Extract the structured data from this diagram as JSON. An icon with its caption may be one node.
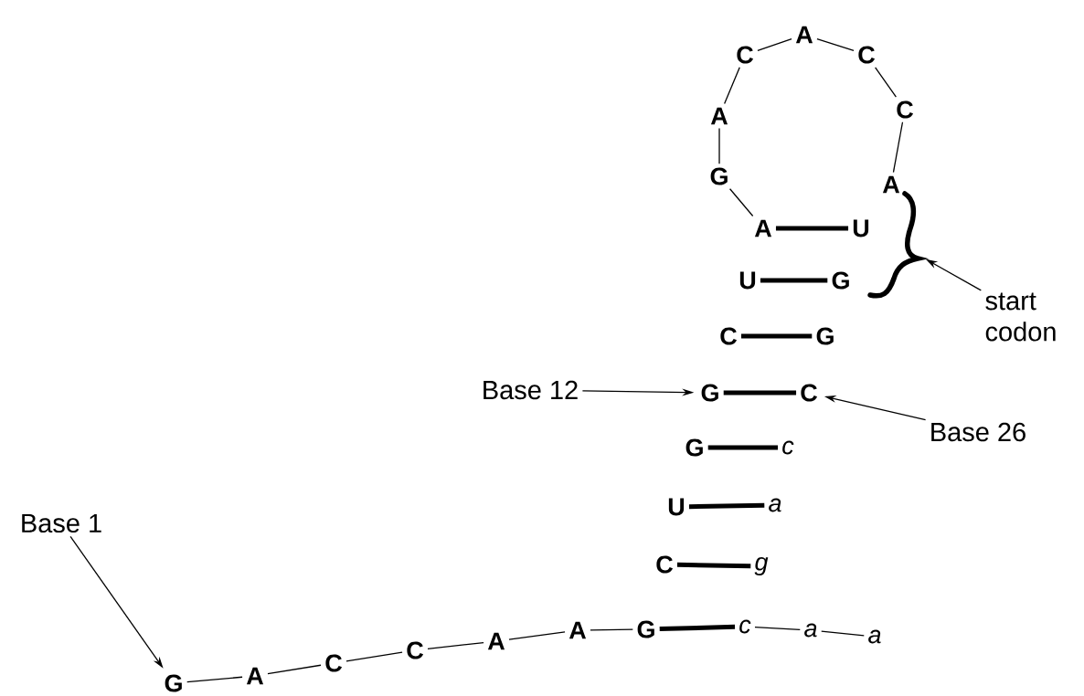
{
  "diagram": {
    "nodes": [
      {
        "text": [
          "A"
        ]
      },
      {
        "text": [
          "C"
        ]
      },
      {
        "text": [
          "C"
        ]
      },
      {
        "text": [
          "A"
        ]
      },
      {
        "text": [
          "C"
        ]
      },
      {
        "text": [
          "G"
        ]
      },
      {
        "text": [
          "A"
        ]
      },
      {
        "text": [
          "A"
        ]
      },
      {
        "text": [
          "U"
        ]
      },
      {
        "text": [
          "U"
        ]
      },
      {
        "text": [
          "G"
        ]
      },
      {
        "text": [],
        "shape": "brace"
      },
      {
        "text": [
          "start codon"
        ]
      },
      {
        "text": [
          "C"
        ]
      },
      {
        "text": [
          "G"
        ]
      },
      {
        "text": [
          "Base 12"
        ]
      },
      {
        "text": [
          "G"
        ]
      },
      {
        "text": [
          "C"
        ]
      },
      {
        "text": [
          "Base 26"
        ]
      },
      {
        "text": [
          "G"
        ]
      },
      {
        "text": [
          "c"
        ]
      },
      {
        "text": [
          "U"
        ]
      },
      {
        "text": [
          "a"
        ]
      },
      {
        "text": [
          "Base 1"
        ]
      },
      {
        "text": [
          "C"
        ]
      },
      {
        "text": [
          "g"
        ]
      },
      {
        "text": [
          "G"
        ]
      },
      {
        "text": [
          "c"
        ]
      },
      {
        "text": [
          "a"
        ]
      },
      {
        "text": [
          "A"
        ]
      },
      {
        "text": [
          "a"
        ]
      },
      {
        "text": [
          "A"
        ]
      },
      {
        "text": [
          "C"
        ]
      },
      {
        "text": [
          "C"
        ]
      },
      {
        "text": [
          "A"
        ]
      },
      {
        "text": [
          "G"
        ]
      }
    ],
    "edges": [
      {
        "from": 5,
        "to": 3,
        "arrow": "none"
      },
      {
        "from": 3,
        "to": 1,
        "arrow": "none"
      },
      {
        "from": 1,
        "to": 0,
        "arrow": "none"
      },
      {
        "from": 0,
        "to": 2,
        "arrow": "none"
      },
      {
        "from": 2,
        "to": 4,
        "arrow": "none"
      },
      {
        "from": 4,
        "to": 6,
        "arrow": "none"
      },
      {
        "from": 5,
        "to": 7,
        "arrow": "none"
      },
      {
        "from": 7,
        "to": 8,
        "arrow": "none",
        "style": "thick"
      },
      {
        "from": 9,
        "to": 10,
        "arrow": "none",
        "style": "thick"
      },
      {
        "from": 13,
        "to": 14,
        "arrow": "none",
        "style": "thick"
      },
      {
        "from": 16,
        "to": 17,
        "arrow": "none",
        "style": "thick"
      },
      {
        "from": 19,
        "to": 20,
        "arrow": "none",
        "style": "thick"
      },
      {
        "from": 21,
        "to": 22,
        "arrow": "none",
        "style": "thick"
      },
      {
        "from": 24,
        "to": 25,
        "arrow": "none",
        "style": "thick"
      },
      {
        "from": 26,
        "to": 27,
        "arrow": "none",
        "style": "thick"
      },
      {
        "from": 35,
        "to": 34,
        "arrow": "none"
      },
      {
        "from": 34,
        "to": 33,
        "arrow": "none"
      },
      {
        "from": 33,
        "to": 32,
        "arrow": "none"
      },
      {
        "from": 32,
        "to": 31,
        "arrow": "none"
      },
      {
        "from": 31,
        "to": 29,
        "arrow": "none"
      },
      {
        "from": 29,
        "to": 26,
        "arrow": "none"
      },
      {
        "from": 27,
        "to": 28,
        "arrow": "none"
      },
      {
        "from": 28,
        "to": 30,
        "arrow": "none"
      },
      {
        "from": 12,
        "to": 11,
        "arrow": "to"
      },
      {
        "from": 15,
        "to": 16,
        "arrow": "to"
      },
      {
        "from": 18,
        "to": 17,
        "arrow": "to"
      },
      {
        "from": 23,
        "to": 35,
        "arrow": "to"
      }
    ]
  }
}
